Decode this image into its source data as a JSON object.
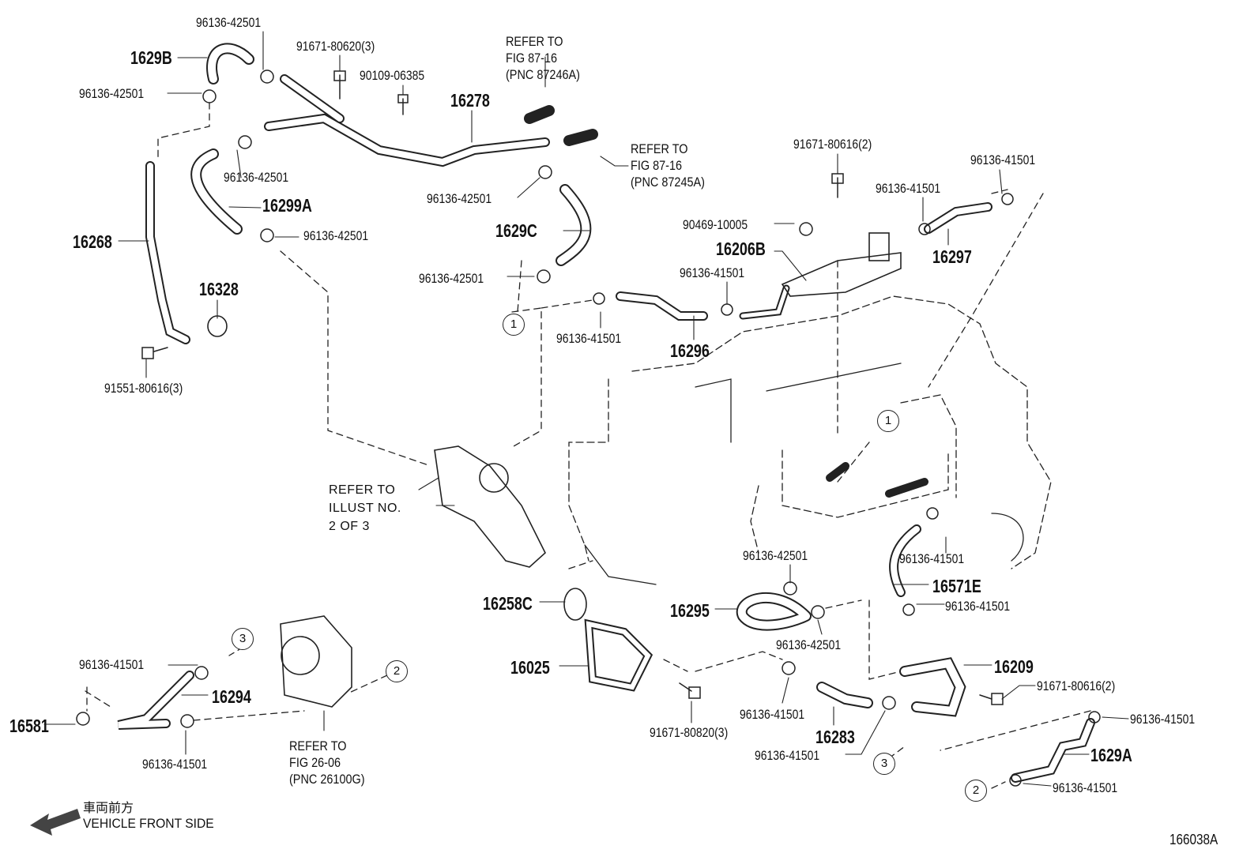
{
  "part_numbers": [
    "1629B",
    "16278",
    "16299A",
    "16268",
    "1629C",
    "16328",
    "16206B",
    "16297",
    "16296",
    "16258C",
    "16295",
    "16571E",
    "16025",
    "16209",
    "16294",
    "16581",
    "16283",
    "1629A"
  ],
  "fasteners": [
    "96136-42501",
    "91671-80620(3)",
    "90109-06385",
    "96136-42501",
    "96136-42501",
    "96136-42501",
    "96136-42501",
    "96136-42501",
    "91551-80616(3)",
    "91671-80616(2)",
    "96136-41501",
    "96136-41501",
    "90469-10005",
    "96136-41501",
    "96136-41501",
    "96136-42501",
    "96136-41501",
    "96136-41501",
    "96136-42501",
    "96136-41501",
    "96136-41501",
    "96136-41501",
    "91671-80820(3)",
    "96136-41501",
    "91671-80616(2)",
    "96136-41501",
    "96136-41501"
  ],
  "references": [
    {
      "l1": "REFER TO",
      "l2": "FIG 87-16",
      "l3": "(PNC 87246A)"
    },
    {
      "l1": "REFER TO",
      "l2": "FIG 87-16",
      "l3": "(PNC 87245A)"
    },
    {
      "l1": "REFER TO",
      "l2": "ILLUST NO.",
      "l3": "2 OF 3"
    },
    {
      "l1": "REFER TO",
      "l2": "FIG 26-06",
      "l3": "(PNC 26100G)"
    }
  ],
  "connection_markers": [
    "1",
    "1",
    "3",
    "2",
    "3",
    "2"
  ],
  "legend": {
    "japanese": "車両前方",
    "english": "VEHICLE FRONT SIDE",
    "arrow_icon": "arrow-left-down"
  },
  "illustration_code": "166038A"
}
